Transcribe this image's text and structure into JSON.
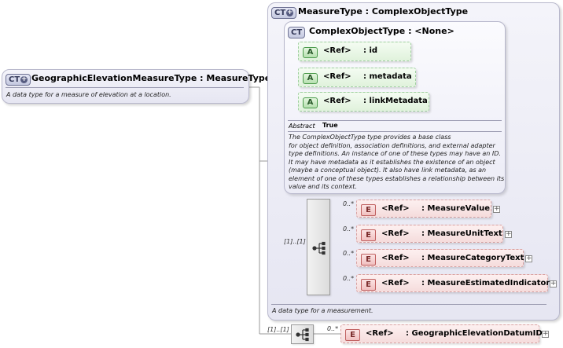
{
  "root": {
    "badge": "CT",
    "name": "GeographicElevationMeasureType",
    "base": ": MeasureType",
    "description": "A data type for a measure of elevation at a location."
  },
  "measure_type": {
    "badge": "CT",
    "name": "MeasureType",
    "base": ": ComplexObjectType",
    "description": "A data type for a measurement.",
    "sequence_cardinality": "[1]..[1]"
  },
  "complex_object_type": {
    "badge": "CT",
    "name": "ComplexObjectType",
    "base": ": <None>",
    "property_key": "Abstract",
    "property_value": "True",
    "description_lines": [
      "The ComplexObjectType type provides a base class",
      "for object definition, association definitions, and external adapter",
      "type definitions. An instance of one of these types may have an ID.",
      "It may have metadata as it establishes the existence of an object",
      "(maybe a conceptual object). It also have link metadata, as an",
      "element of one of these types establishes a relationship between its",
      "value and its context."
    ]
  },
  "attributes": [
    {
      "badge": "A",
      "ref": "<Ref>",
      "name": ": id"
    },
    {
      "badge": "A",
      "ref": "<Ref>",
      "name": ": metadata"
    },
    {
      "badge": "A",
      "ref": "<Ref>",
      "name": ": linkMetadata"
    }
  ],
  "elements": [
    {
      "badge": "E",
      "ref": "<Ref>",
      "name": ": MeasureValue",
      "cardinality": "0..*"
    },
    {
      "badge": "E",
      "ref": "<Ref>",
      "name": ": MeasureUnitText",
      "cardinality": "0..*"
    },
    {
      "badge": "E",
      "ref": "<Ref>",
      "name": ": MeasureCategoryText",
      "cardinality": "0..*"
    },
    {
      "badge": "E",
      "ref": "<Ref>",
      "name": ": MeasureEstimatedIndicator",
      "cardinality": "0..*"
    }
  ],
  "outer_sequence": {
    "cardinality": "[1]..[1]",
    "element": {
      "badge": "E",
      "ref": "<Ref>",
      "name": ": GeographicElevationDatumID",
      "cardinality": "0..*"
    }
  },
  "expand_symbol": "+"
}
